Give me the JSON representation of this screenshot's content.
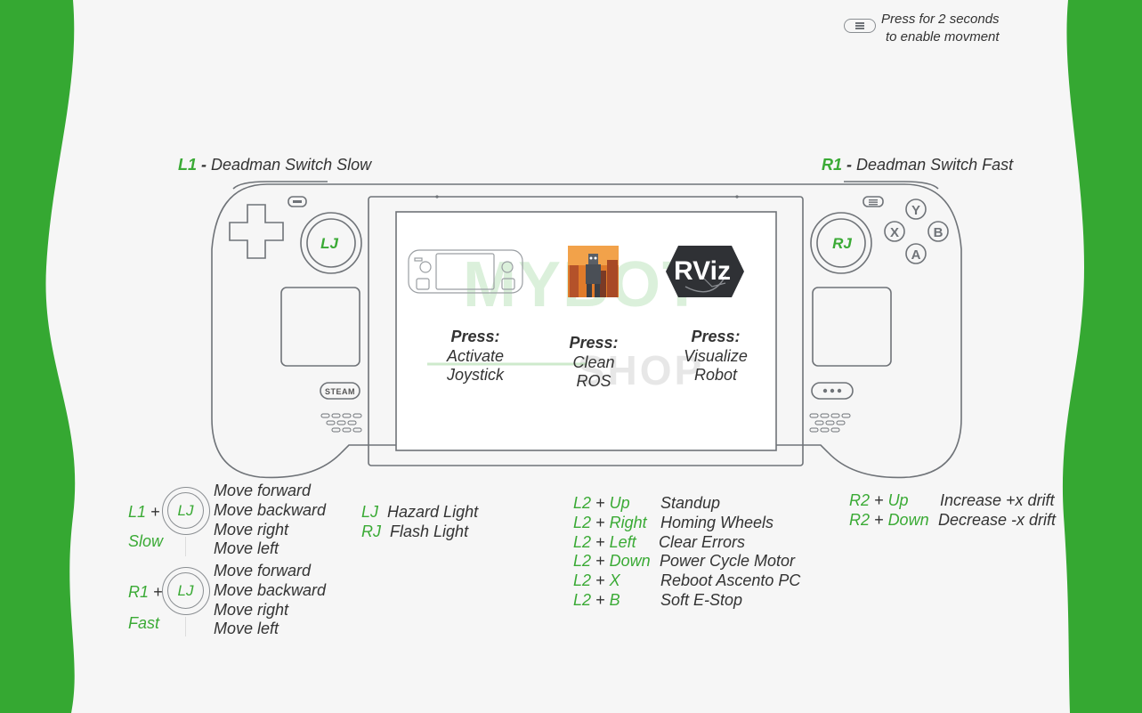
{
  "colors": {
    "accent": "#3aaa35",
    "text": "#333333",
    "outline": "#6f7378",
    "background": "#f6f6f6"
  },
  "top_hint": {
    "icon": "menu-button-icon",
    "line1": "Press for 2 seconds",
    "line2": "to enable movment"
  },
  "bumpers": {
    "left": {
      "key": "L1",
      "sep": "-",
      "label": "Deadman Switch Slow"
    },
    "right": {
      "key": "R1",
      "sep": "-",
      "label": "Deadman Switch Fast"
    }
  },
  "device": {
    "lj": "LJ",
    "rj": "RJ",
    "face_buttons": {
      "y": "Y",
      "x": "X",
      "b": "B",
      "a": "A"
    },
    "steam_button": "STEAM",
    "watermark": {
      "line1": "MYBOT",
      "line2": "SHOP"
    }
  },
  "screen": {
    "apps": [
      {
        "icon": "steam-deck-icon",
        "title": "Press:",
        "line1": "Activate",
        "line2": "Joystick"
      },
      {
        "icon": "robot-city-icon",
        "title": "Press:",
        "line1": "Clean",
        "line2": "ROS"
      },
      {
        "icon": "rviz-icon",
        "logo_text": "RViz",
        "title": "Press:",
        "line1": "Visualize",
        "line2": "Robot"
      }
    ]
  },
  "movement": {
    "slow": {
      "key": "L1",
      "plus": "+",
      "stick": "LJ",
      "caption": "Slow",
      "actions": [
        "Move forward",
        "Move backward",
        "Move right",
        "Move left"
      ]
    },
    "fast": {
      "key": "R1",
      "plus": "+",
      "stick": "LJ",
      "caption": "Fast",
      "actions": [
        "Move forward",
        "Move backward",
        "Move right",
        "Move left"
      ]
    }
  },
  "lights": [
    {
      "key": "LJ",
      "label": "Hazard Light"
    },
    {
      "key": "RJ",
      "label": "Flash Light"
    }
  ],
  "l2_combos": [
    {
      "mod": "L2",
      "plus": "+",
      "key": "Up",
      "label": "Standup"
    },
    {
      "mod": "L2",
      "plus": "+",
      "key": "Right",
      "label": "Homing Wheels"
    },
    {
      "mod": "L2",
      "plus": "+",
      "key": "Left",
      "label": "Clear Errors"
    },
    {
      "mod": "L2",
      "plus": "+",
      "key": "Down",
      "label": "Power Cycle Motor"
    },
    {
      "mod": "L2",
      "plus": "+",
      "key": "X",
      "label": "Reboot Ascento PC"
    },
    {
      "mod": "L2",
      "plus": "+",
      "key": "B",
      "label": "Soft E-Stop"
    }
  ],
  "r2_combos": [
    {
      "mod": "R2",
      "plus": "+",
      "key": "Up",
      "label": "Increase +x drift"
    },
    {
      "mod": "R2",
      "plus": "+",
      "key": "Down",
      "label": "Decrease -x drift"
    }
  ]
}
